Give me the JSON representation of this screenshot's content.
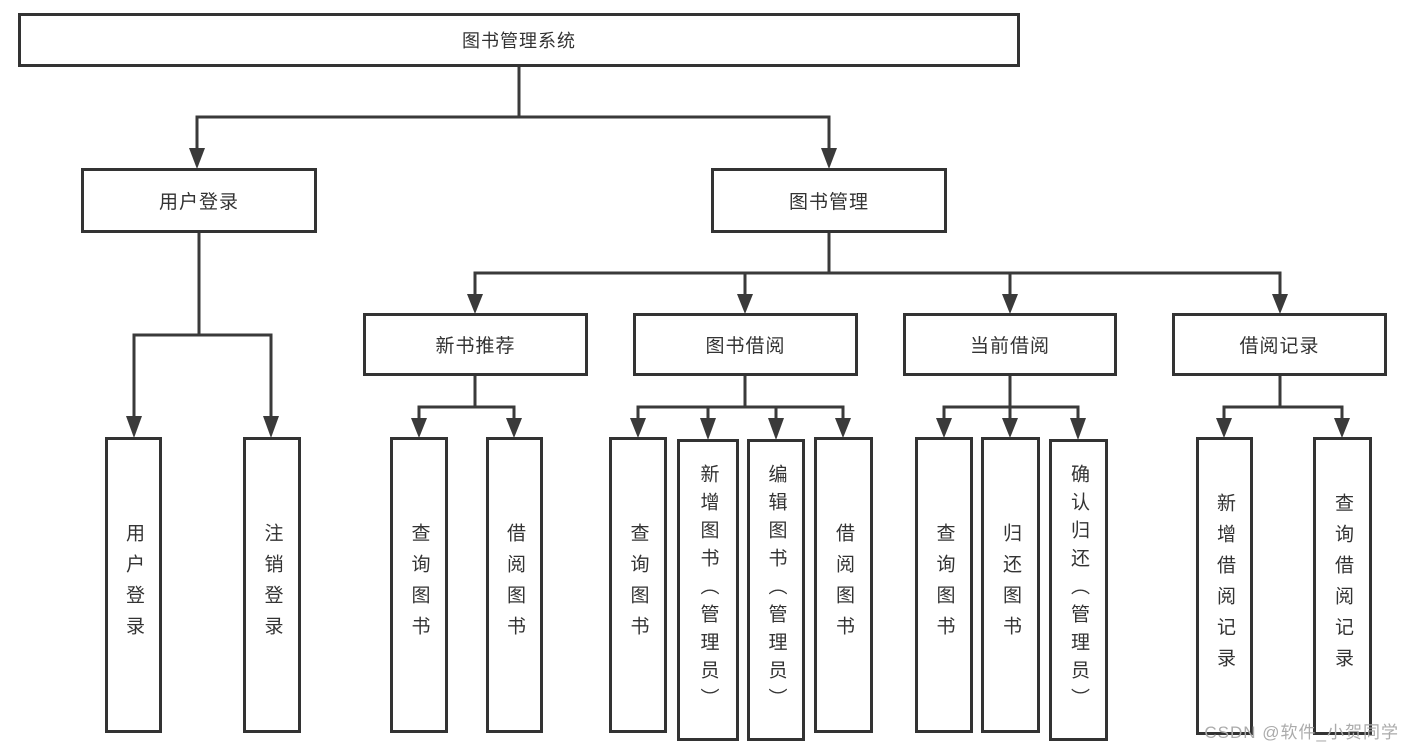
{
  "diagram": {
    "title": "图书管理系统",
    "watermark": "CSDN @软件_小贺同学",
    "colors": {
      "line": "#3a3a3a",
      "border": "#333333",
      "text": "#333333",
      "watermark": "#ababab",
      "background": "#ffffff"
    },
    "nodes": {
      "root": {
        "label": "图书管理系统"
      },
      "user_login": {
        "label": "用户登录"
      },
      "book_mgmt": {
        "label": "图书管理"
      },
      "new_book_rec": {
        "label": "新书推荐"
      },
      "book_borrow": {
        "label": "图书借阅"
      },
      "current_borrow": {
        "label": "当前借阅"
      },
      "borrow_record": {
        "label": "借阅记录"
      },
      "leaf_user_login": {
        "label": "用户登录"
      },
      "leaf_logout": {
        "label": "注销登录"
      },
      "leaf_query_book_rec": {
        "label": "查询图书"
      },
      "leaf_borrow_book_rec": {
        "label": "借阅图书"
      },
      "leaf_query_book_borrow": {
        "label": "查询图书"
      },
      "leaf_add_book_admin": {
        "label": "新增图书（管理员）"
      },
      "leaf_edit_book_admin": {
        "label": "编辑图书（管理员）"
      },
      "leaf_borrow_book_borrow": {
        "label": "借阅图书"
      },
      "leaf_query_book_current": {
        "label": "查询图书"
      },
      "leaf_return_book": {
        "label": "归还图书"
      },
      "leaf_confirm_return_admin": {
        "label": "确认归还（管理员）"
      },
      "leaf_add_borrow_record": {
        "label": "新增借阅记录"
      },
      "leaf_query_borrow_record": {
        "label": "查询借阅记录"
      }
    }
  }
}
